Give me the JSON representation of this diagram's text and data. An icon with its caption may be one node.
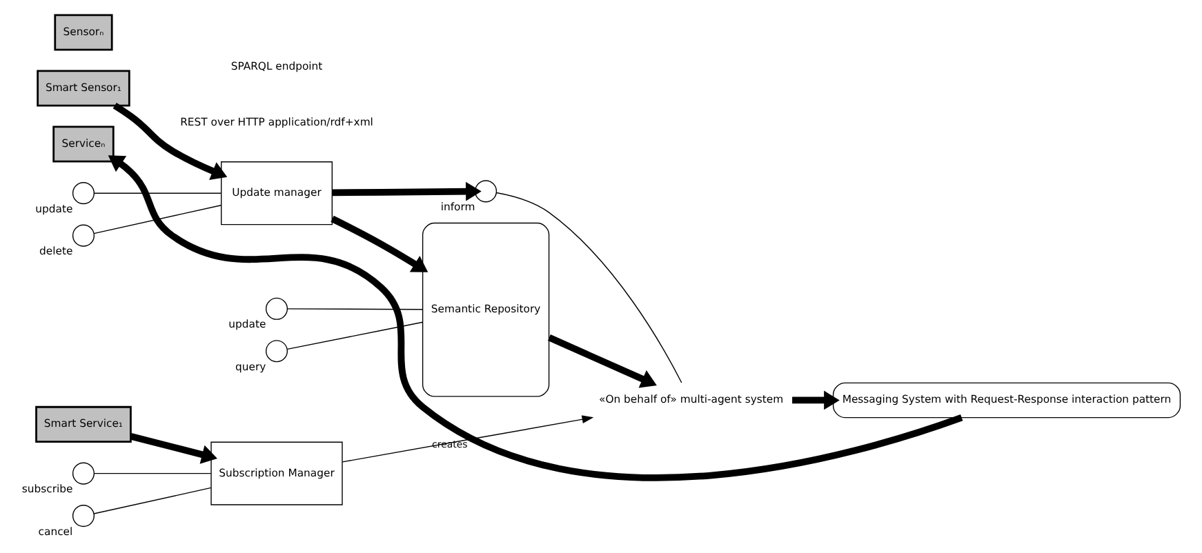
{
  "diagram": {
    "nodes": [
      {
        "text": [
          "Smart Sensor₁"
        ]
      },
      {
        "text": [
          "Sensorₙ"
        ]
      },
      {
        "text": [
          "Smart Service₁"
        ]
      },
      {
        "text": [
          "Serviceₙ"
        ]
      },
      {
        "text": [],
        "shape": "circle",
        "beside": [
          "update"
        ]
      },
      {
        "text": [],
        "shape": "circle",
        "beside": [
          "delete"
        ]
      },
      {
        "text": [
          "Update manager"
        ]
      },
      {
        "text": [],
        "shape": "circle",
        "beside": [
          "subscribe"
        ]
      },
      {
        "text": [],
        "shape": "circle",
        "beside": [
          "cancel"
        ]
      },
      {
        "text": [
          "Subscription Manager"
        ]
      },
      {
        "text": [],
        "shape": "circle",
        "beside": [
          "inform"
        ]
      },
      {
        "text": [
          "«On behalf of» multi-agent system"
        ]
      },
      {
        "text": [
          "Messaging System with Request-Response interaction pattern"
        ]
      },
      {
        "text": [
          "Semantic Repository"
        ]
      },
      {
        "text": [],
        "shape": "circle",
        "beside": [
          "update"
        ]
      },
      {
        "text": [],
        "shape": "circle",
        "beside": [
          "query"
        ]
      }
    ],
    "edges": [
      {
        "from": 0,
        "to": 6,
        "arrow": "to",
        "style": "thick"
      },
      {
        "from": 4,
        "to": 6,
        "arrow": "none"
      },
      {
        "from": 5,
        "to": 6,
        "arrow": "none"
      },
      {
        "from": 2,
        "to": 9,
        "arrow": "to",
        "style": "thick"
      },
      {
        "from": 7,
        "to": 9,
        "arrow": "none"
      },
      {
        "from": 8,
        "to": 9,
        "arrow": "none"
      },
      {
        "from": 6,
        "to": 13,
        "arrow": "to",
        "style": "thick"
      },
      {
        "from": 6,
        "to": 10,
        "arrow": "to",
        "style": "thick"
      },
      {
        "from": 9,
        "to": 11,
        "arrow": "to",
        "label": "creates"
      },
      {
        "from": 10,
        "to": 11,
        "arrow": "none"
      },
      {
        "from": 14,
        "to": 13,
        "arrow": "none"
      },
      {
        "from": 15,
        "to": 13,
        "arrow": "none"
      },
      {
        "from": 13,
        "to": 11,
        "arrow": "to",
        "style": "thick"
      },
      {
        "from": 11,
        "to": 12,
        "arrow": "to",
        "style": "thick"
      },
      {
        "from": 12,
        "to": 3,
        "arrow": "to",
        "style": "thick"
      }
    ],
    "labels": [
      "SPARQL endpoint",
      "REST over HTTP application/rdf+xml"
    ]
  }
}
